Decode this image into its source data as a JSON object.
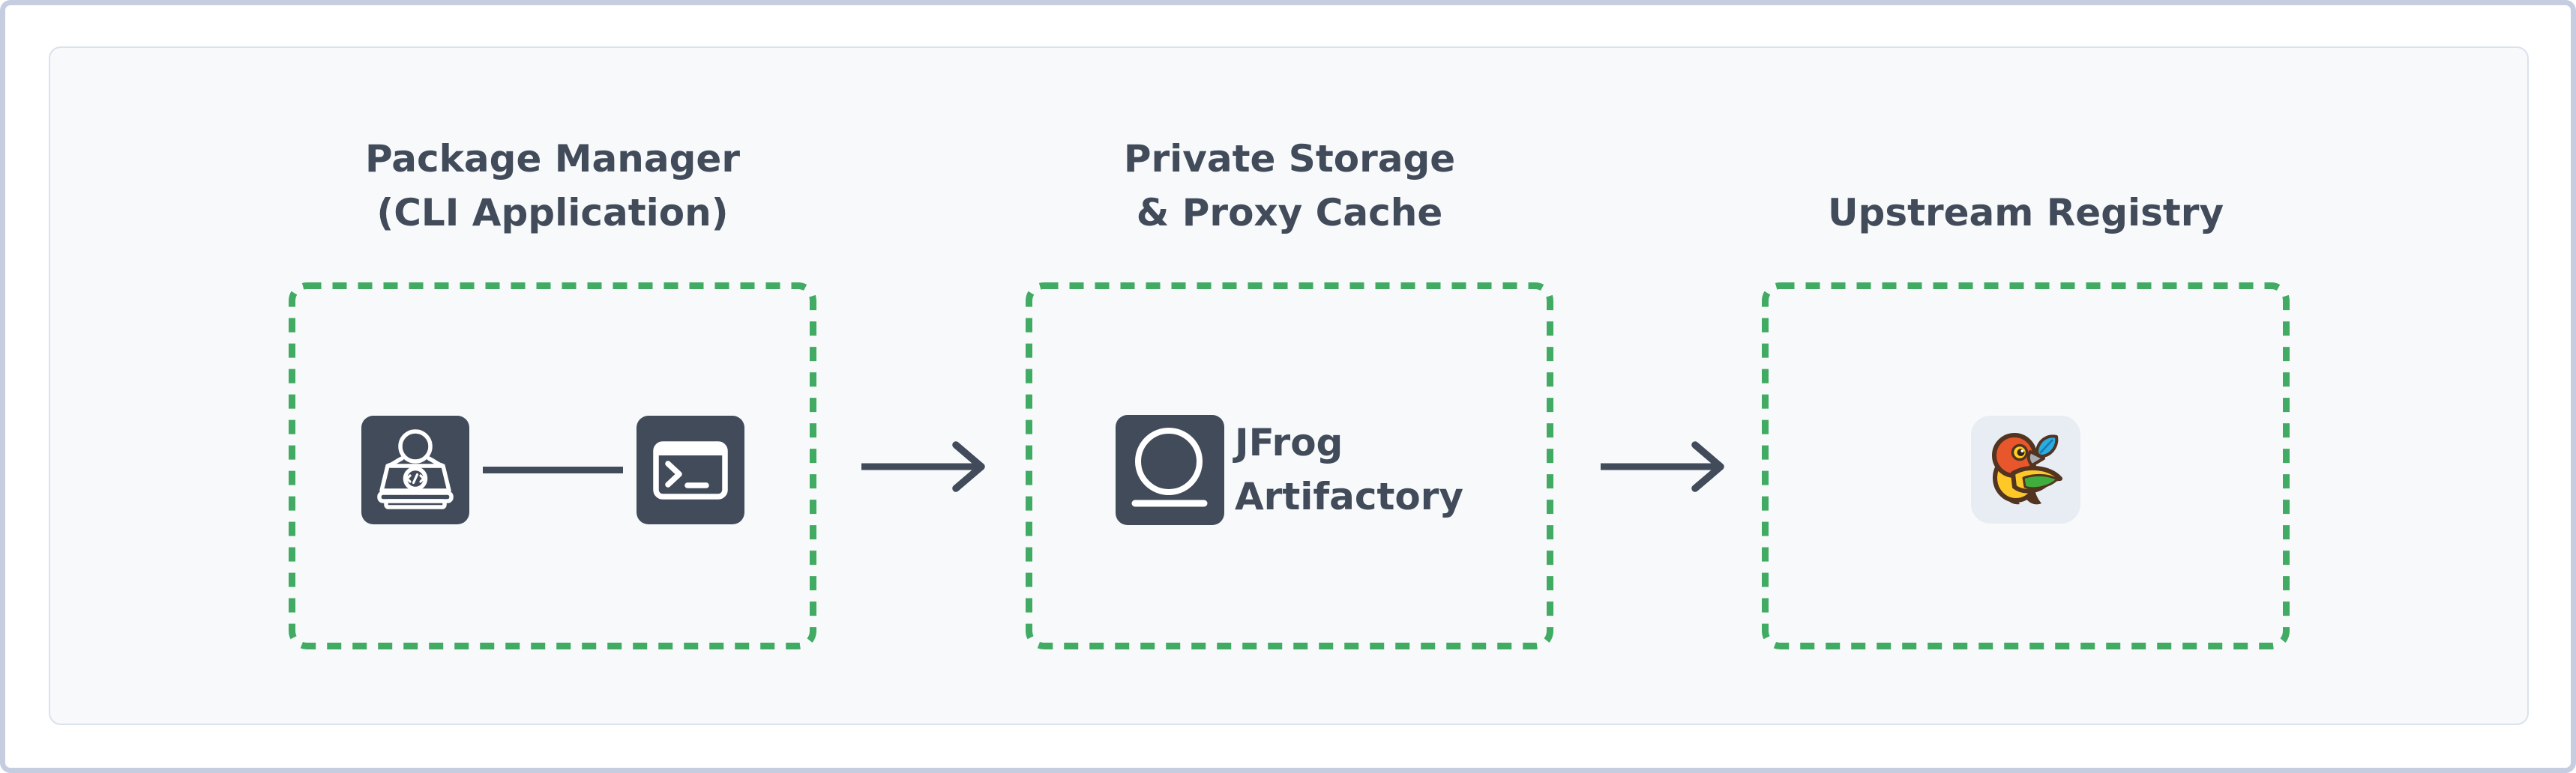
{
  "window": {
    "kind": "diagram-card"
  },
  "colors": {
    "page_bg": "#ffffff",
    "frame_border": "#c7cde1",
    "panel_bg": "#f7f9fb",
    "panel_border": "#dae2ee",
    "accent_green": "#42ab63",
    "slate": "#414b5a",
    "title_text": "#414b5a",
    "bird_tile_bg": "#e8ecf3",
    "bower_orange": "#e7572b",
    "bower_yellow": "#fdc828",
    "bower_green": "#3fae3c",
    "bower_blue": "#2aace3",
    "bower_brown": "#523420"
  },
  "diagram": {
    "nodes": [
      {
        "id": "package-manager",
        "title_lines": [
          "Package Manager",
          "(CLI Application)"
        ],
        "icons": [
          "developer-laptop-icon",
          "terminal-icon"
        ]
      },
      {
        "id": "jfrog-artifactory",
        "title_lines": [
          "Private Storage",
          "& Proxy Cache"
        ],
        "label_lines": [
          "JFrog",
          "Artifactory"
        ],
        "icons": [
          "jfrog-artifactory-icon"
        ]
      },
      {
        "id": "upstream-registry",
        "title_lines": [
          "Upstream Registry"
        ],
        "icons": [
          "bower-bird-icon"
        ]
      }
    ],
    "connections": [
      {
        "from": "package-manager",
        "to": "jfrog-artifactory",
        "type": "arrow-right"
      },
      {
        "from": "jfrog-artifactory",
        "to": "upstream-registry",
        "type": "arrow-right"
      }
    ]
  }
}
